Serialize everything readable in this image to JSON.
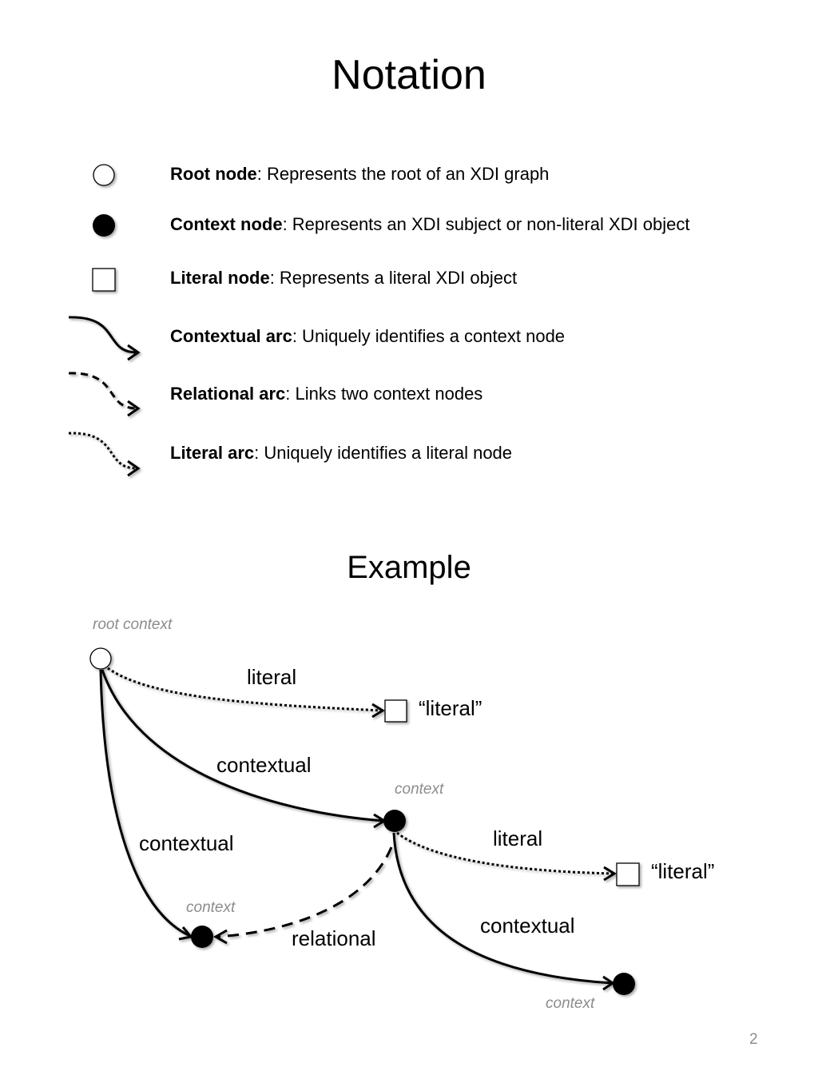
{
  "notation": {
    "title": "Notation",
    "items": [
      {
        "term": "Root node",
        "description": ": Represents the root of an XDI graph",
        "icon": "open-circle-icon"
      },
      {
        "term": "Context node",
        "description": ": Represents an XDI subject or non-literal XDI object",
        "icon": "filled-circle-icon"
      },
      {
        "term": "Literal node",
        "description": ": Represents a literal XDI object",
        "icon": "square-icon"
      },
      {
        "term": "Contextual arc",
        "description": ": Uniquely identifies a context node",
        "icon": "solid-arrow-icon"
      },
      {
        "term": "Relational arc",
        "description": ": Links two context nodes",
        "icon": "dashed-arrow-icon"
      },
      {
        "term": "Literal arc",
        "description": ": Uniquely identifies a literal node",
        "icon": "dotted-arrow-icon"
      }
    ]
  },
  "example": {
    "title": "Example",
    "captions": {
      "root": "root context",
      "context_mid": "context",
      "context_left": "context",
      "context_right": "context"
    },
    "arc_labels": {
      "literal_top": "literal",
      "contextual_mid": "contextual",
      "contextual_left": "contextual",
      "literal_right": "literal",
      "contextual_right": "contextual",
      "relational": "relational"
    },
    "literal_values": {
      "top": "“literal”",
      "right": "“literal”"
    }
  },
  "page_number": "2"
}
